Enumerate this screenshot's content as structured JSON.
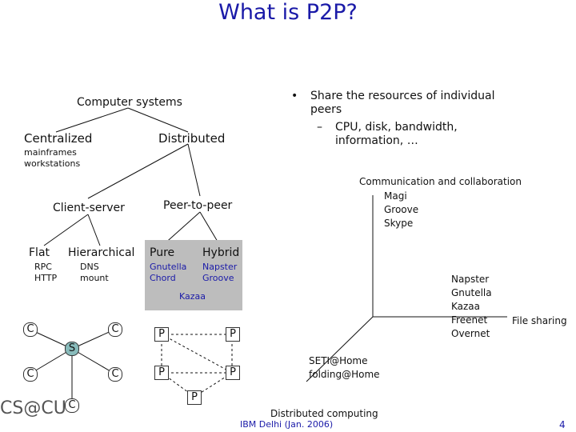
{
  "title": "What is P2P?",
  "taxonomy": {
    "root": "Computer systems",
    "centralized": "Centralized",
    "centralized_examples": [
      "mainframes",
      "workstations"
    ],
    "distributed": "Distributed",
    "client_server": "Client-server",
    "peer_to_peer": "Peer-to-peer",
    "flat": "Flat",
    "flat_examples": [
      "RPC",
      "HTTP"
    ],
    "hierarchical": "Hierarchical",
    "hierarchical_examples": [
      "DNS",
      "mount"
    ],
    "pure": "Pure",
    "pure_examples": [
      "Gnutella",
      "Chord"
    ],
    "hybrid": "Hybrid",
    "hybrid_examples": [
      "Napster",
      "Groove"
    ],
    "mixed": "Kazaa"
  },
  "bullets": {
    "main": [
      "Share the resources of individual",
      "peers"
    ],
    "sub": [
      "CPU, disk, bandwidth,",
      "information, …"
    ],
    "bullet_glyph": "•",
    "dash_glyph": "–"
  },
  "axes": {
    "communication_label": "Communication and collaboration",
    "communication_examples": [
      "Magi",
      "Groove",
      "Skype"
    ],
    "file_sharing_label": "File sharing",
    "file_sharing_examples": [
      "Napster",
      "Gnutella",
      "Kazaa",
      "Freenet",
      "Overnet"
    ],
    "distributed_computing_label": "Distributed computing",
    "distributed_computing_examples": [
      "SETI@Home",
      "folding@Home"
    ]
  },
  "client_server_graph": {
    "server": "S",
    "client": "C"
  },
  "p2p_graph": {
    "peer": "P"
  },
  "footer": {
    "logo": "CS@CU",
    "center": "IBM Delhi (Jan. 2006)",
    "page_number": "4"
  }
}
